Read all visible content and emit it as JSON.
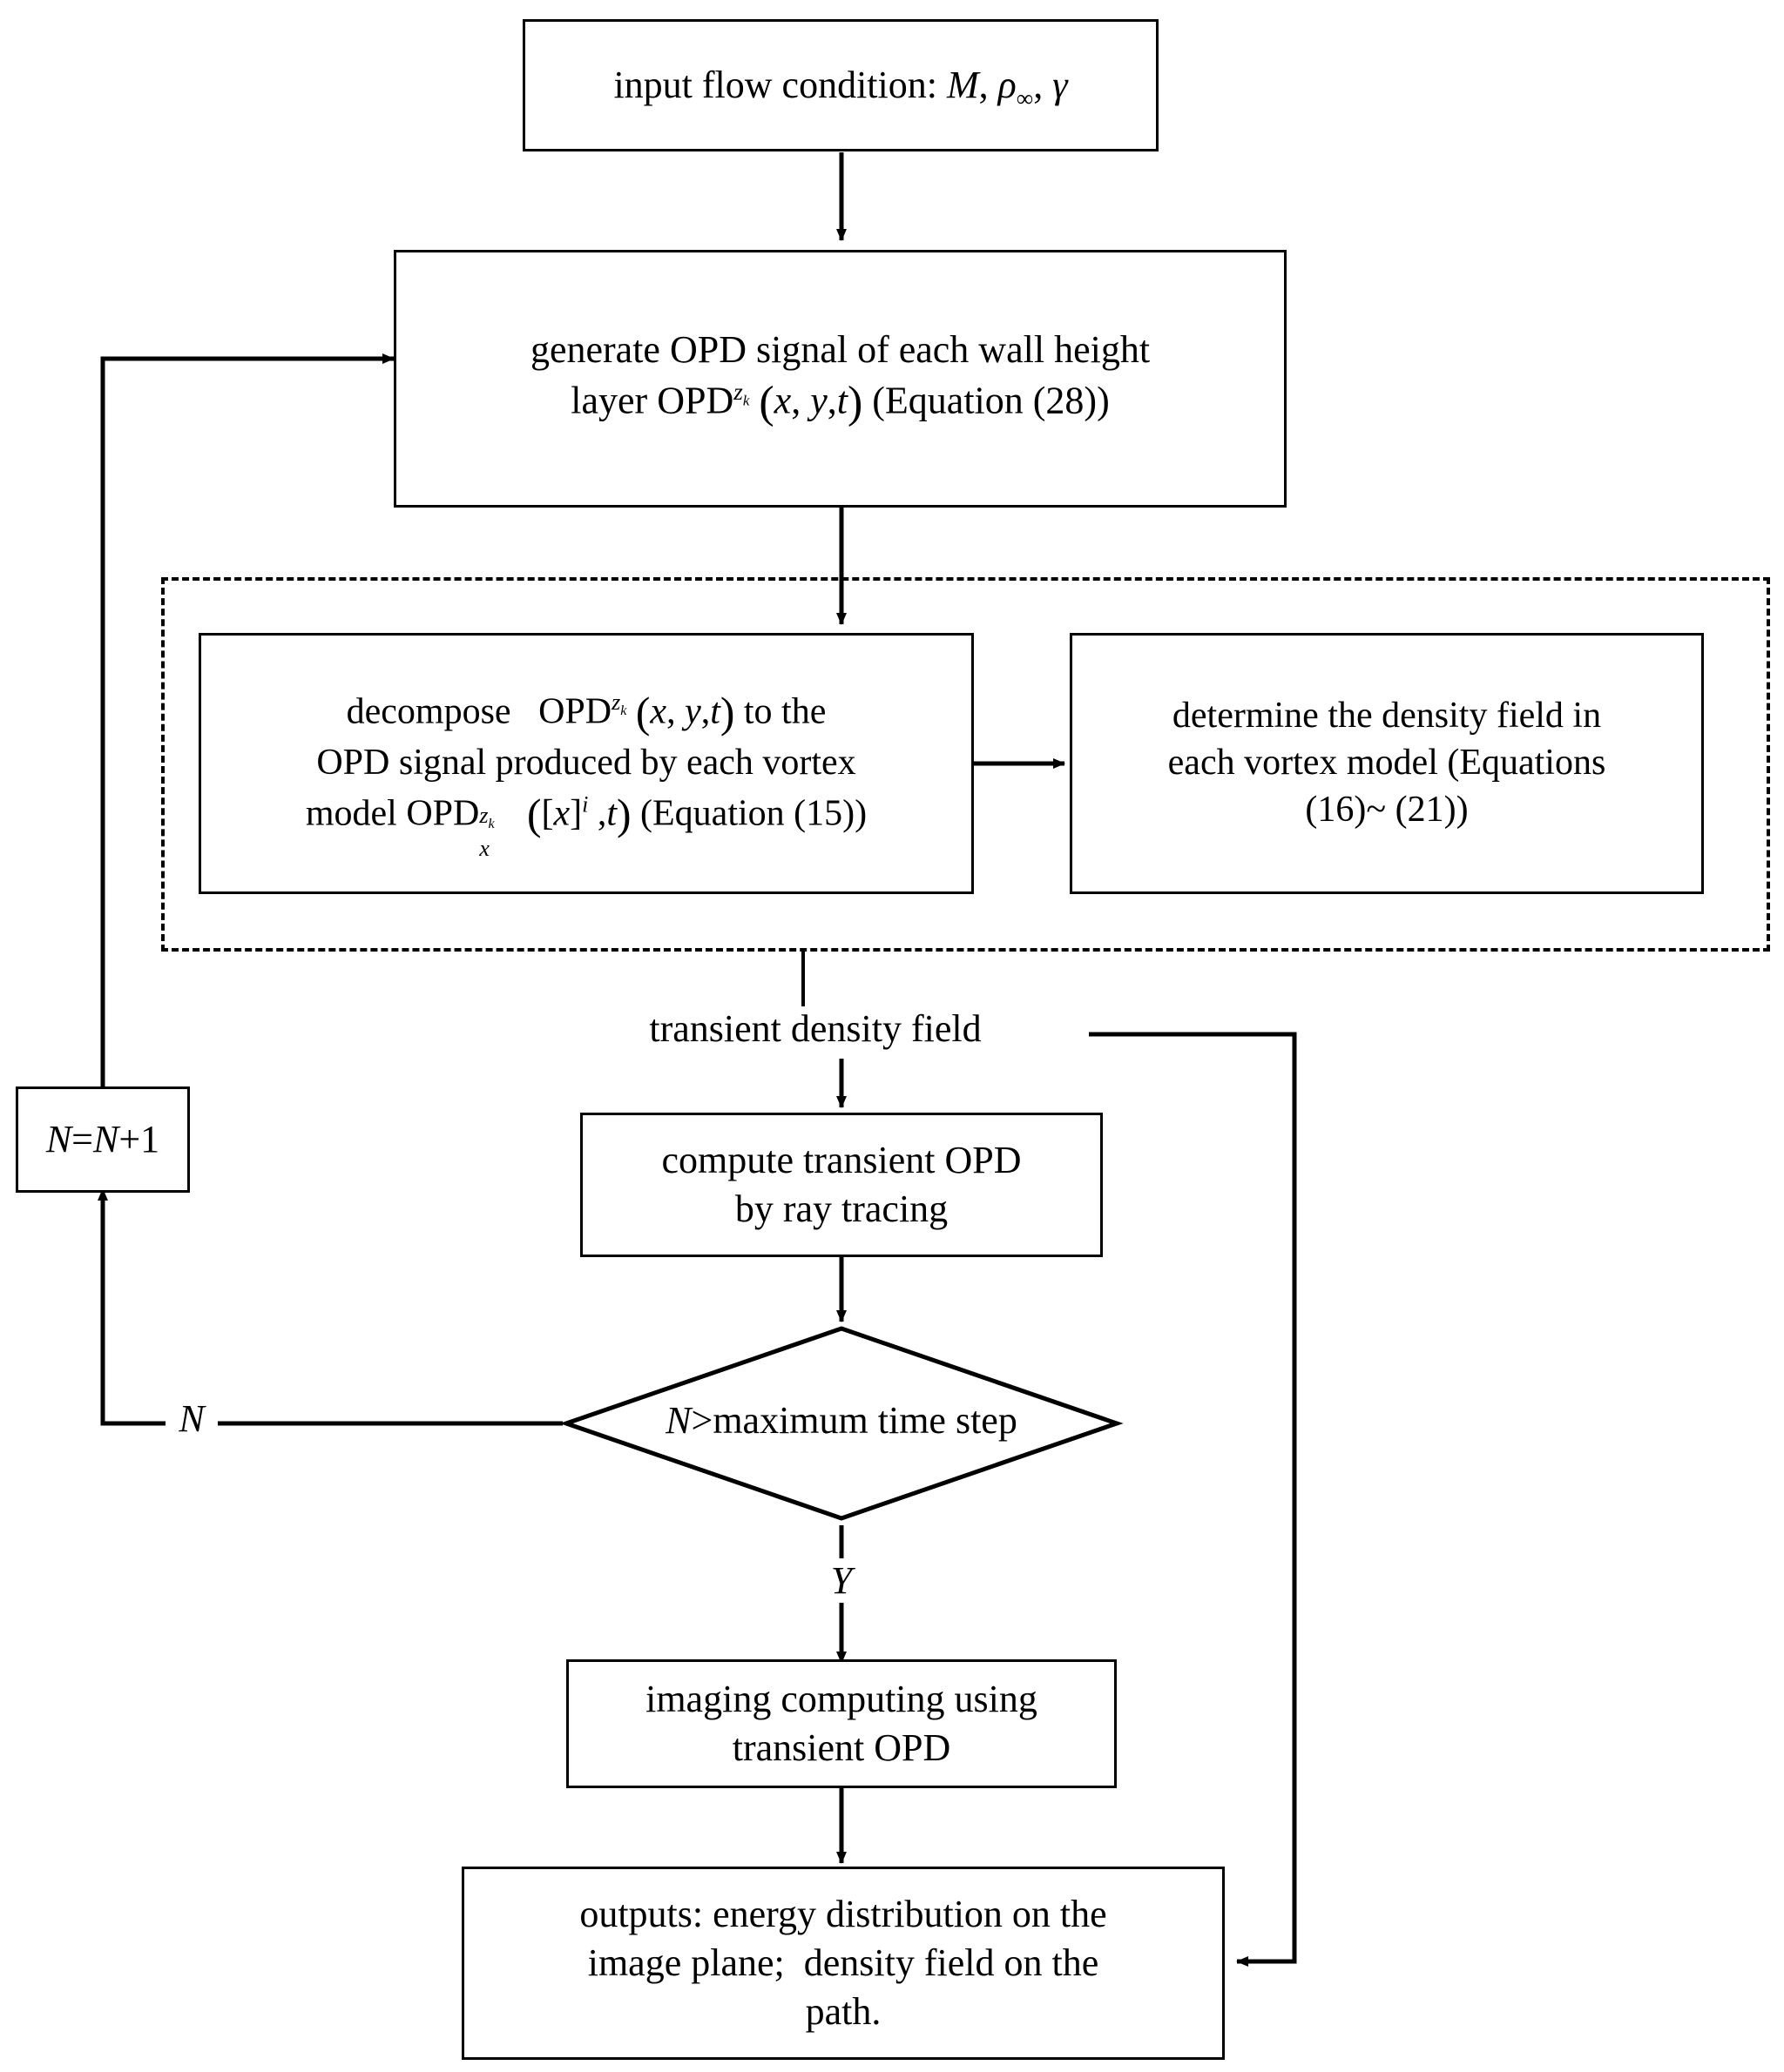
{
  "diagram": {
    "title": "OPD / vortex-model imaging simulation flowchart",
    "type": "flowchart",
    "line_color": "#000000",
    "background_color": "#ffffff",
    "nodes": [
      {
        "id": "input",
        "shape": "process",
        "text": "input flow condition: M, ρ∞, γ",
        "lines": [
          "input flow condition: M, ρ∞, γ"
        ]
      },
      {
        "id": "generate",
        "shape": "process",
        "text": "generate OPD signal of each wall height layer OPD^zk (x, y, t) (Equation (28))",
        "lines": [
          "generate OPD signal of each wall height",
          "layer OPD^zk (x, y, t) (Equation (28))"
        ],
        "equation_ref": "Equation (28)"
      },
      {
        "id": "decompose",
        "shape": "process",
        "text": "decompose  OPD^zk (x, y, t) to the OPD signal produced by each vortex model OPD_x^zk ([x]^i, t) (Equation (15))",
        "lines": [
          "decompose   OPD^zk (x, y, t) to the",
          "OPD signal produced by each vortex",
          "model OPD_x^zk ([x]^i, t) (Equation (15))"
        ],
        "equation_ref": "Equation (15)"
      },
      {
        "id": "density",
        "shape": "process",
        "text": "determine the density field in each vortex model (Equations (16)~ (21))",
        "lines": [
          "determine the density field in",
          "each vortex model (Equations",
          "(16)~ (21))"
        ],
        "equation_ref": "Equations (16)~ (21)"
      },
      {
        "id": "counter",
        "shape": "process",
        "text": "N=N+1",
        "lines": [
          "N=N+1"
        ]
      },
      {
        "id": "raytrace",
        "shape": "process",
        "text": "compute transient OPD by ray tracing",
        "lines": [
          "compute transient OPD",
          "by ray tracing"
        ]
      },
      {
        "id": "decision",
        "shape": "decision",
        "text": "N>maximum time step",
        "lines": [
          "N>maximum time step"
        ]
      },
      {
        "id": "imaging",
        "shape": "process",
        "text": "imaging computing using transient OPD",
        "lines": [
          "imaging computing using",
          "transient OPD"
        ]
      },
      {
        "id": "outputs",
        "shape": "process",
        "text": "outputs: energy distribution on the image plane;  density field on the path.",
        "lines": [
          "outputs: energy distribution on the",
          "image plane;  density field on the",
          "path."
        ]
      }
    ],
    "group_label": "dashed-subprocess-group",
    "edge_labels": {
      "transient_density": "transient density field",
      "no_branch": "N",
      "yes_branch": "Y"
    },
    "edges": [
      {
        "from": "input",
        "to": "generate",
        "label": ""
      },
      {
        "from": "generate",
        "to": "decompose",
        "label": ""
      },
      {
        "from": "decompose",
        "to": "density",
        "label": ""
      },
      {
        "from": "group",
        "to": "raytrace",
        "label": "transient density field"
      },
      {
        "from": "raytrace",
        "to": "decision",
        "label": ""
      },
      {
        "from": "decision",
        "to": "counter",
        "label": "N"
      },
      {
        "from": "counter",
        "to": "generate",
        "label": ""
      },
      {
        "from": "decision",
        "to": "imaging",
        "label": "Y"
      },
      {
        "from": "imaging",
        "to": "outputs",
        "label": ""
      },
      {
        "from": "transient-density-field",
        "to": "outputs",
        "label": ""
      }
    ]
  }
}
